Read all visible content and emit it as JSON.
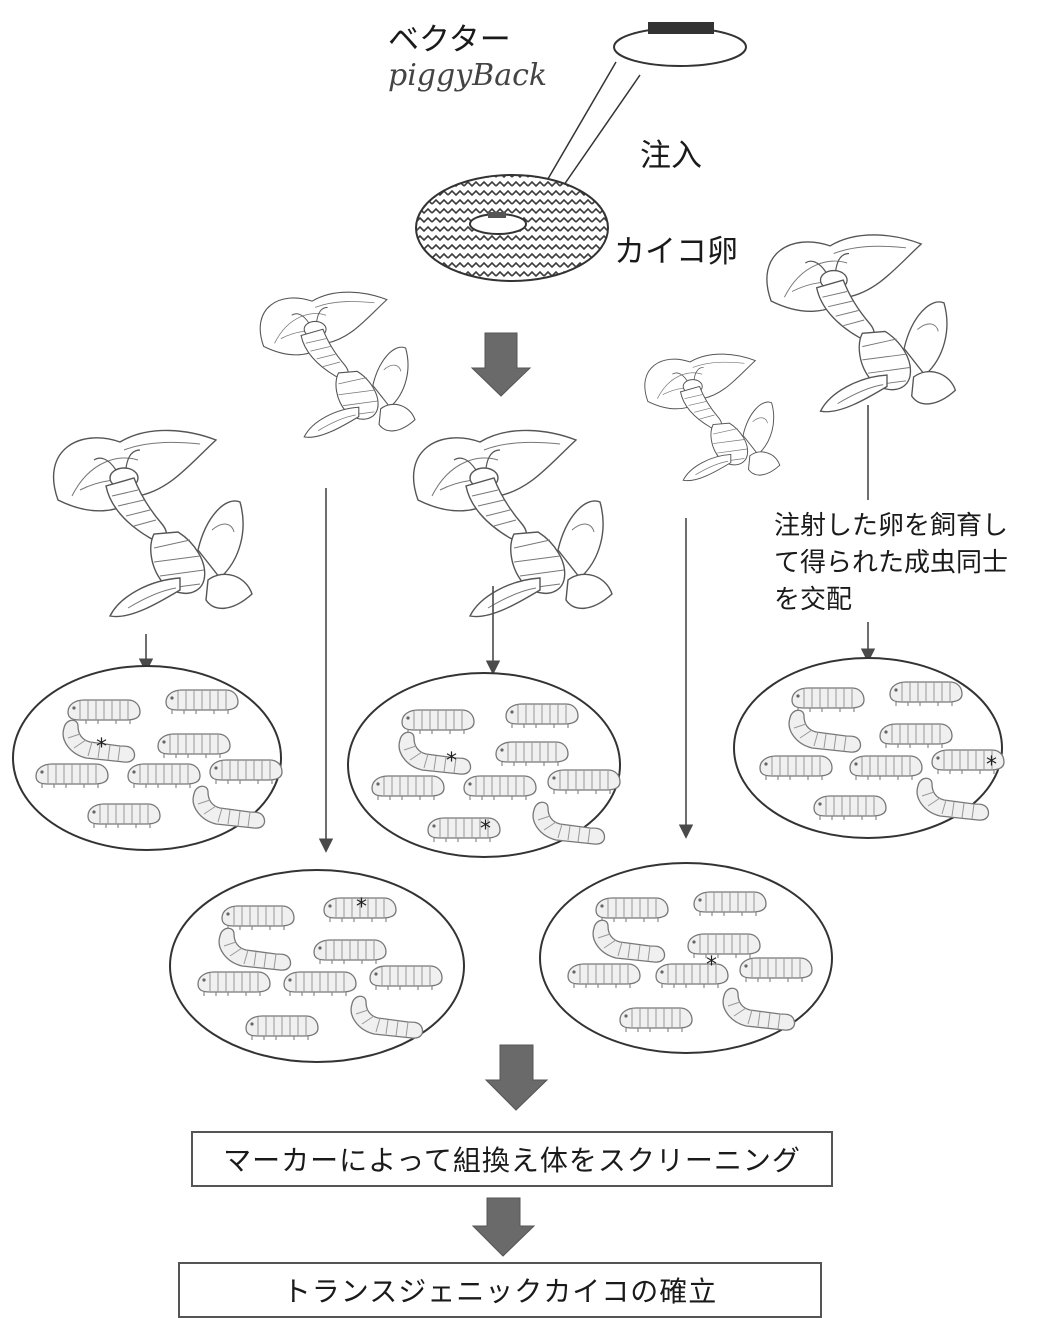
{
  "labels": {
    "vector_title": "ベクター",
    "vector_name": "piggyBack",
    "injection": "注入",
    "silkworm_egg": "カイコ卵",
    "note_lines": [
      "注射した卵を飼育し",
      "て得られた成虫同士",
      "を交配"
    ]
  },
  "steps": {
    "screening": "マーカーによって組換え体をスクリーニング",
    "establishment": "トランスジェニックカイコの確立"
  },
  "colors": {
    "line": "#4a4a4a",
    "block_arrow": "#6a6a6a",
    "egg_pattern": "#3c3c3c",
    "vector_marker": "#333333"
  },
  "icons": {
    "moth_pair": "mating-moths-icon",
    "larva": "silkworm-larva-icon",
    "marker": "asterisk-marker"
  }
}
